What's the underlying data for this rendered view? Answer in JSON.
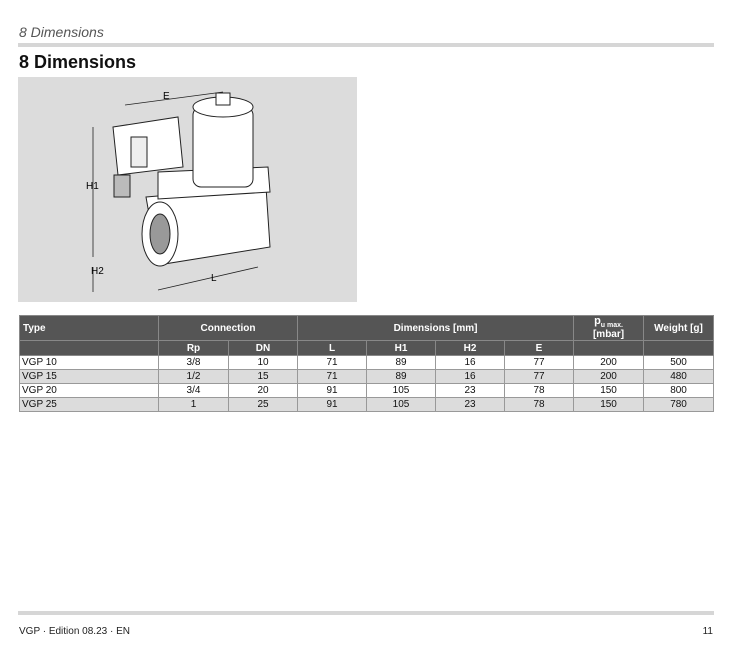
{
  "running_header": "8 Dimensions",
  "title": "8 Dimensions",
  "figure": {
    "labels": {
      "E": "E",
      "H1": "H1",
      "H2": "H2",
      "L": "L"
    }
  },
  "table": {
    "header1": {
      "type": "Type",
      "connection": "Connection",
      "dimensions": "Dimensions [mm]",
      "pu_main": "p",
      "pu_sub": "u max.",
      "pu_unit": "[mbar]",
      "weight": "Weight [g]"
    },
    "header2": [
      "Rp",
      "DN",
      "L",
      "H1",
      "H2",
      "E"
    ],
    "rows": [
      [
        "VGP 10",
        "3/8",
        "10",
        "71",
        "89",
        "16",
        "77",
        "200",
        "500"
      ],
      [
        "VGP 15",
        "1/2",
        "15",
        "71",
        "89",
        "16",
        "77",
        "200",
        "480"
      ],
      [
        "VGP 20",
        "3/4",
        "20",
        "91",
        "105",
        "23",
        "78",
        "150",
        "800"
      ],
      [
        "VGP 25",
        "1",
        "25",
        "91",
        "105",
        "23",
        "78",
        "150",
        "780"
      ]
    ]
  },
  "footer": {
    "left": "VGP · Edition 08.23 · EN",
    "page": "11"
  }
}
